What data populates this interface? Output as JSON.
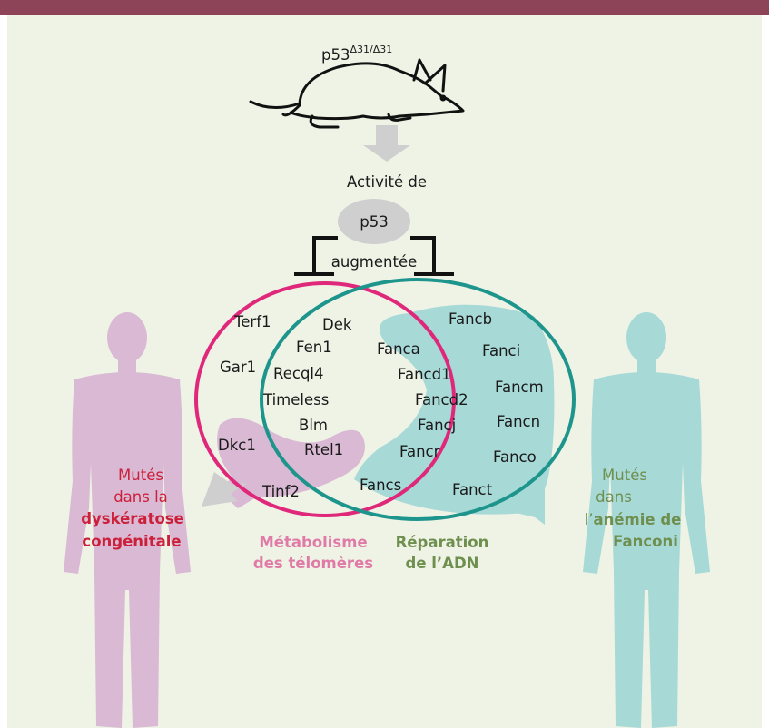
{
  "colors": {
    "top_bar": "#8e4458",
    "panel_bg": "#eef3e6",
    "telomere_circle": "#e0287b",
    "dna_circle": "#1e958c",
    "telomere_fill": "#d9b9d3",
    "dna_fill": "#a7d9d7",
    "arrow_gray": "#cfcfcf",
    "pink_text": "#e07aa6",
    "red_text": "#cc1f3a",
    "green_text": "#6f8f4e"
  },
  "top": {
    "mouse_label": "p53",
    "mouse_superscript": "Δ31/Δ31",
    "activity_line1": "Activité de",
    "p53_label": "p53",
    "activity_line2": "augmentée"
  },
  "genes": {
    "telomere_only": [
      "Terf1",
      "Gar1",
      "Dkc1",
      "Tinf2"
    ],
    "shared": [
      "Dek",
      "Fen1",
      "Recql4",
      "Timeless",
      "Blm",
      "Rtel1"
    ],
    "fanconi_inner": [
      "Fanca",
      "Fancd1",
      "Fancd2",
      "Fancj",
      "Fancr",
      "Fancs"
    ],
    "fanconi_outer": [
      "Fancb",
      "Fanci",
      "Fancm",
      "Fancn",
      "Fanco",
      "Fanct"
    ]
  },
  "circle_labels": {
    "telomere": [
      "Métabolisme",
      "des télomères"
    ],
    "dna": [
      "Réparation",
      "de l’ADN"
    ]
  },
  "left_person": {
    "line1": "Mutés",
    "line2": "dans la",
    "disease1": "dyskératose",
    "disease2": "congénitale"
  },
  "right_person": {
    "line1": "Mutés",
    "line2": "dans",
    "prefix": "l’",
    "disease1": "anémie de",
    "disease2": "Fanconi"
  }
}
